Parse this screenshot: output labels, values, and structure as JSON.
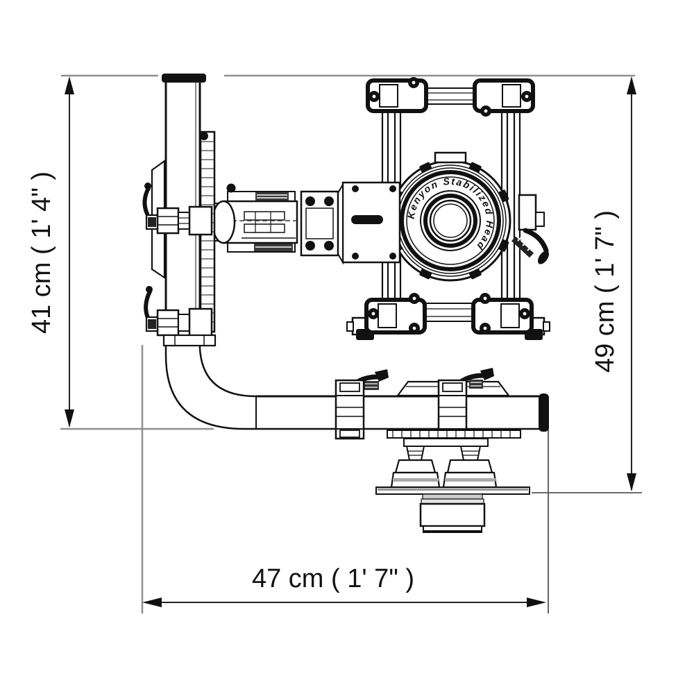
{
  "drawing": {
    "kind": "technical dimension drawing of a gyro-stabilized camera gimbal head",
    "background": "#ffffff"
  },
  "colors": {
    "line": "#111111",
    "dimension_line": "#222222",
    "extension_gray": "#8f8f8f",
    "extension_dark": "#555555"
  },
  "dimensions": {
    "left": {
      "label": "41 cm ( 1' 4\" )",
      "value_cm": 41,
      "imperial": "1' 4\"",
      "orientation": "vertical"
    },
    "right": {
      "label": "49 cm ( 1' 7\" )",
      "value_cm": 49,
      "imperial": "1' 7\"",
      "orientation": "vertical"
    },
    "bottom": {
      "label": "47 cm ( 1' 7\" )",
      "value_cm": 47,
      "imperial": "1' 7\"",
      "orientation": "horizontal"
    }
  },
  "ring": {
    "text": "Kenyon  Stabilized  Head"
  }
}
